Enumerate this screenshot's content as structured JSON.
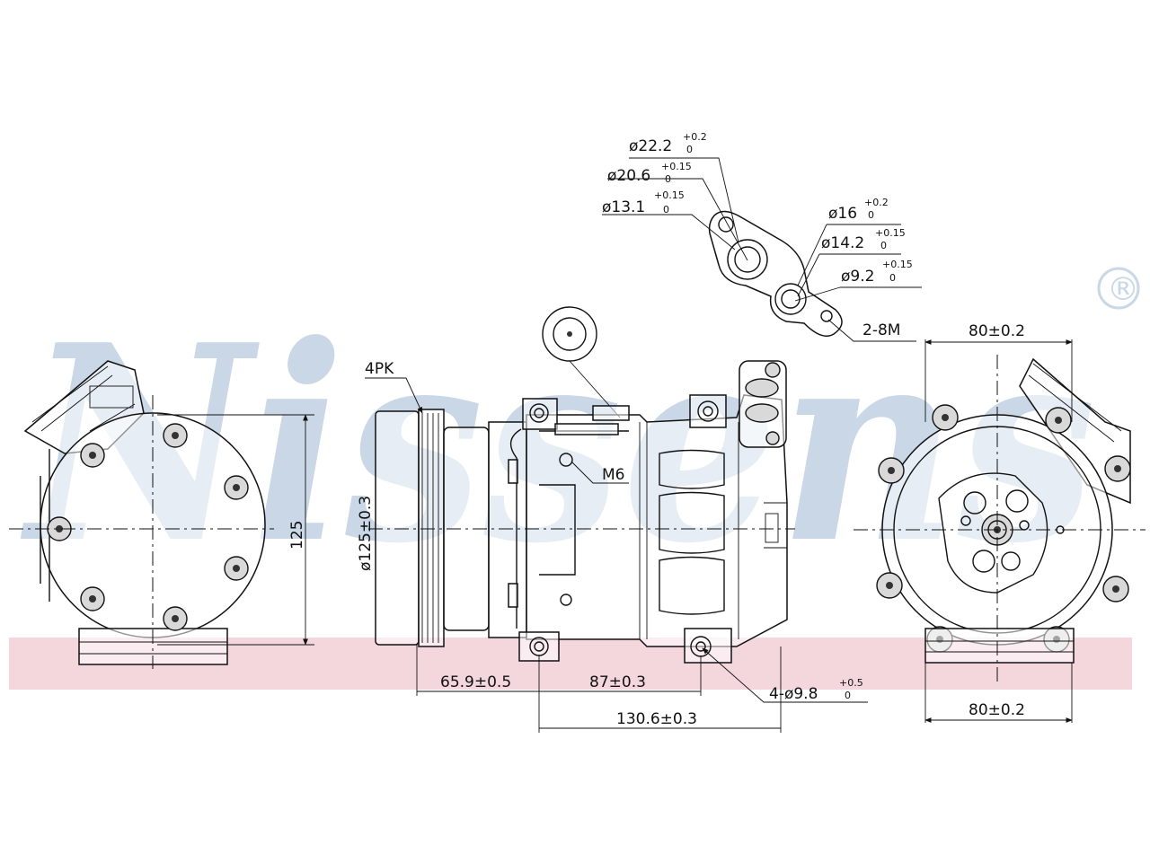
{
  "watermark": {
    "brand_text": "Nissens",
    "registered_mark": "®",
    "color": "#c9d7e6",
    "band_color": "#f4d6dd"
  },
  "port_plate": {
    "d1": {
      "base": "ø22.2",
      "tol_upper": "+0.2",
      "tol_lower": "0"
    },
    "d2": {
      "base": "ø20.6",
      "tol_upper": "+0.15",
      "tol_lower": "0"
    },
    "d3": {
      "base": "ø13.1",
      "tol_upper": "+0.15",
      "tol_lower": "0"
    },
    "d4": {
      "base": "ø16",
      "tol_upper": "+0.2",
      "tol_lower": "0"
    },
    "d5": {
      "base": "ø14.2",
      "tol_upper": "+0.15",
      "tol_lower": "0"
    },
    "d6": {
      "base": "ø9.2",
      "tol_upper": "+0.15",
      "tol_lower": "0"
    },
    "thread": "2-8M"
  },
  "front_view": {
    "height_label": "125"
  },
  "side_view": {
    "belt_label": "4PK",
    "pulley_diameter": "ø125±0.3",
    "thread_label": "M6",
    "dim_pulley_to_mount": "65.9±0.5",
    "dim_mount_spacing": "87±0.3",
    "dim_overall": "130.6±0.3",
    "holes": {
      "base": "4-ø9.8",
      "tol_upper": "+0.5",
      "tol_lower": "0"
    }
  },
  "rear_view": {
    "width_top": "80±0.2",
    "width_bottom": "80±0.2"
  }
}
